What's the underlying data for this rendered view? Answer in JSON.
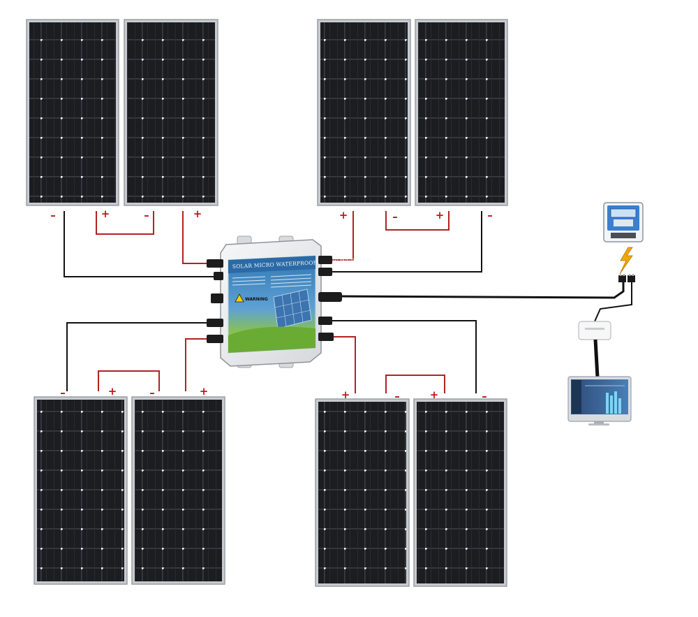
{
  "diagram": {
    "inverter": {
      "title": "SOLAR MICRO WATERPROOF 1200W INVERTER",
      "warning_label": "WARNING"
    },
    "polarity": {
      "positive": "+",
      "negative": "–"
    },
    "colors": {
      "panel_cell": "#1b1d21",
      "panel_frame": "#b9bdc2",
      "positive_wire": "#b22222",
      "negative_wire": "#111111",
      "inverter_body": "#e9ebed",
      "inverter_label": "#2f78b4",
      "lightning": "#f2a900",
      "meter": "#3b7fd0"
    },
    "icons": [
      "solar-panel",
      "micro-inverter",
      "electric-meter",
      "lightning-icon",
      "plug-icon",
      "wifi-monitor-box",
      "monitor-computer"
    ]
  }
}
